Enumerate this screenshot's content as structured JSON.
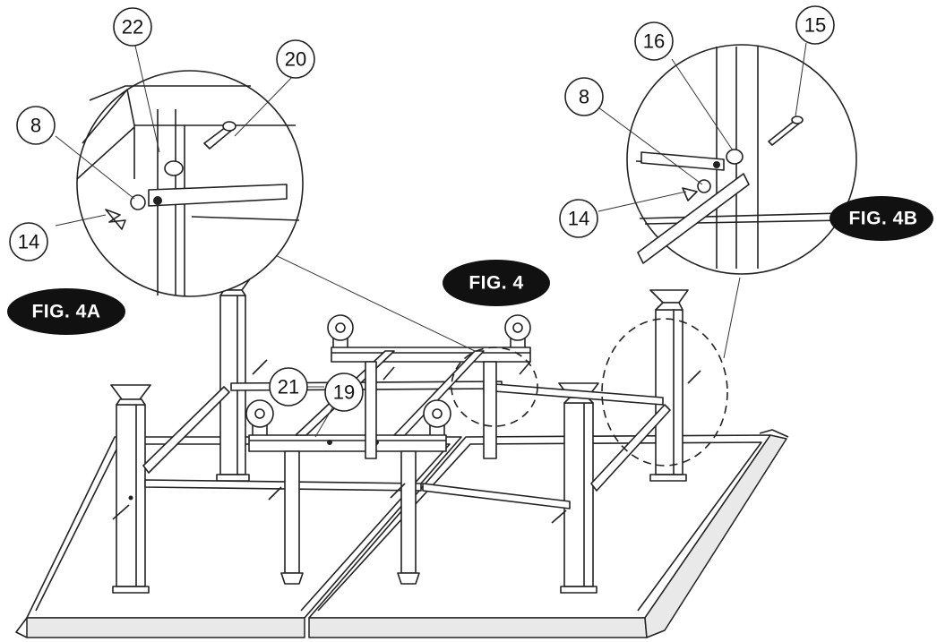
{
  "figures": {
    "main_label": "FIG. 4",
    "detail_a_label": "FIG. 4A",
    "detail_b_label": "FIG. 4B"
  },
  "callouts": {
    "a_washer": "8",
    "a_wing_nut": "14",
    "a_spring_washer": "22",
    "a_bolt": "20",
    "b_washer": "8",
    "b_wing_nut": "14",
    "b_spring_washer": "16",
    "b_bolt": "15",
    "main_brace": "21",
    "main_caster_frame": "19"
  }
}
